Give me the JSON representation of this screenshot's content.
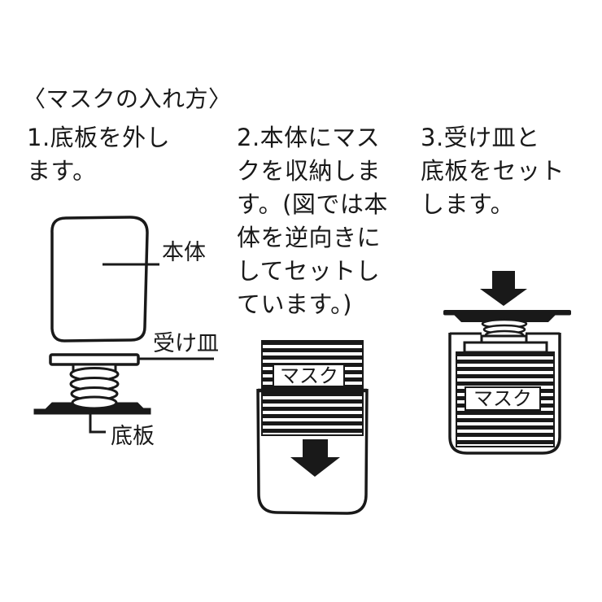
{
  "colors": {
    "ink": "#191919",
    "paper": "#ffffff"
  },
  "title": "〈マスクの入れ方〉",
  "steps": [
    {
      "text": "1.底板を外し\nます。"
    },
    {
      "text": "2.本体にマス\nクを収納しま\nす。(図では本\n体を逆向きに\nしてセットし\nています。)"
    },
    {
      "text": "3.受け皿と\n底板をセット\nします。"
    }
  ],
  "diagram1": {
    "labels": {
      "body": "本体",
      "tray": "受け皿",
      "bottom_plate": "底板"
    }
  },
  "diagram2": {
    "mask_label": "マスク"
  },
  "diagram3": {
    "mask_label": "マスク"
  }
}
